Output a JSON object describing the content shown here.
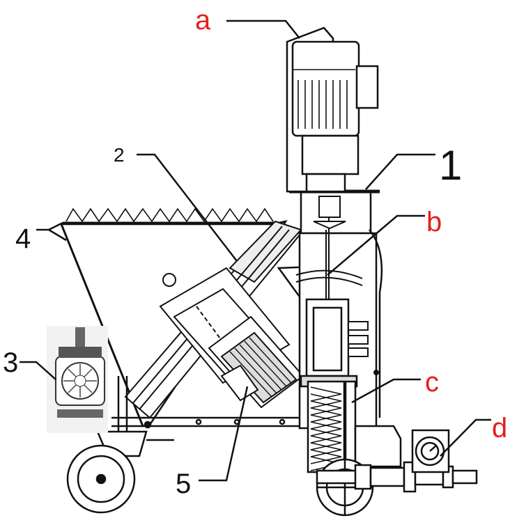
{
  "labels": {
    "a": "a",
    "b": "b",
    "c": "c",
    "d": "d",
    "n1": "1",
    "n2": "2",
    "n3": "3",
    "n4": "4",
    "n5": "5"
  },
  "colors": {
    "letter_labels": "#e3201b",
    "number_labels": "#111111",
    "line_art": "#111111",
    "background": "#ffffff"
  },
  "icons": {
    "main_motor": "electric-motor-icon",
    "feed_motor": "electric-motor-icon",
    "pump_unit": "water-pump-icon",
    "pressure_gauge": "gauge-icon"
  }
}
